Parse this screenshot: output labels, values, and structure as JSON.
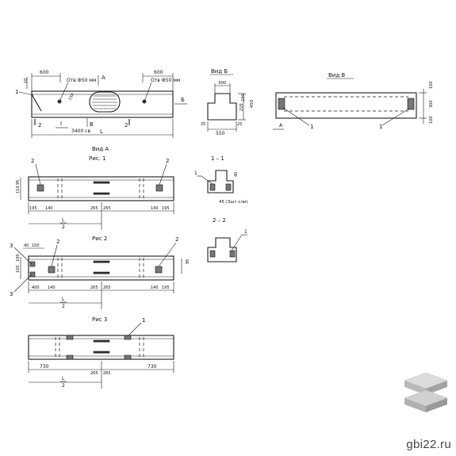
{
  "watermark": "gbi22.ru",
  "colors": {
    "line": "#1a1a1a",
    "hatch": "#777777",
    "logo_top": "#d6d6d6",
    "logo_side": "#a9a9a9"
  },
  "main_view": {
    "dim_left": "600",
    "dim_right": "600",
    "hole_left": "Отв Ф50 мм",
    "hole_right": "Отв Ф50 мм",
    "mark_a": "А",
    "mark_b": "Б",
    "mark_v": "В",
    "dim_10": "10",
    "dim_150": "150",
    "label_1": "1",
    "label_2": "2",
    "label_2b": "2",
    "label_I": "I",
    "label_3400": "3400 св",
    "label_L": "L"
  },
  "view_b": {
    "title": "Вид Б",
    "dim_300": "300",
    "dim_220": "220",
    "dim_230": "230",
    "dim_450": "450",
    "dim_25": "25",
    "dim_550": "550",
    "dim_25b": "25"
  },
  "view_v": {
    "title": "Вид В",
    "dim_100": "100",
    "dim_300": "300",
    "dim_100b": "100",
    "label_1a": "1",
    "label_1b": "1",
    "mark_a": "А"
  },
  "fig1": {
    "title": "Вид А",
    "subtitle": "Рис. 1",
    "label_2a": "2",
    "label_2b": "2",
    "dim_110": "110",
    "dim_95": "95",
    "dim_195": "195",
    "dim_140": "140",
    "dim_265a": "265",
    "dim_265b": "265",
    "dim_140b": "140",
    "dim_195b": "195",
    "frac_L": "L",
    "frac_2": "2"
  },
  "sec11": {
    "title": "1 – 1",
    "label_1": "1",
    "dim_40": "40",
    "dim_45": "45 (3шт.сли)"
  },
  "sec22": {
    "title": "2 – 2",
    "label_1": "1"
  },
  "fig2": {
    "title": "Рис 2",
    "label_2a": "2",
    "label_2b": "2",
    "label_3a": "3",
    "label_3b": "3",
    "dim_40": "40",
    "dim_100": "100",
    "dim_100b": "100",
    "dim_100c": "100",
    "dim_95": "95",
    "dim_400": "400",
    "dim_140": "140",
    "dim_265a": "265",
    "dim_265b": "265",
    "dim_140b": "140",
    "dim_195": "195",
    "frac_L": "L",
    "frac_2": "2"
  },
  "fig3": {
    "title": "Рис 3",
    "label_1": "1",
    "dim_730a": "730",
    "dim_265a": "265",
    "dim_265b": "265",
    "dim_730b": "730",
    "frac_L": "L",
    "frac_2": "2"
  }
}
